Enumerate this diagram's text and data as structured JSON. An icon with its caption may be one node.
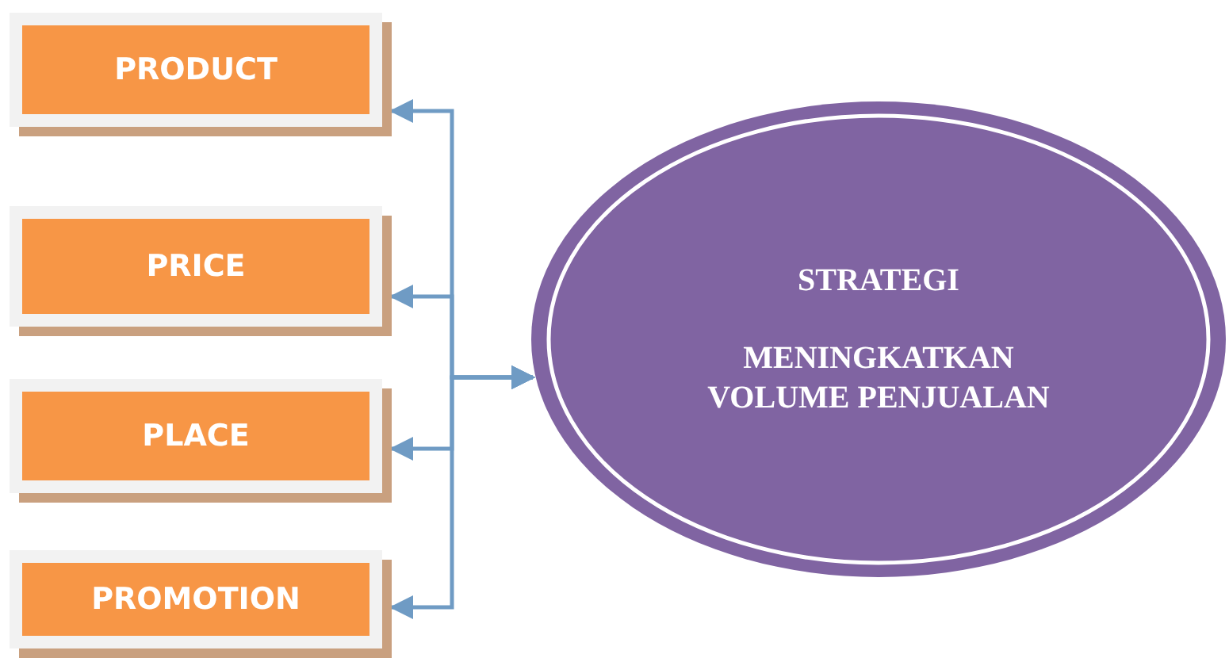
{
  "diagram": {
    "nodes": [
      {
        "text": [
          "PRODUCT"
        ]
      },
      {
        "text": [
          "PRICE"
        ]
      },
      {
        "text": [
          "PLACE"
        ]
      },
      {
        "text": [
          "PROMOTION"
        ]
      },
      {
        "text": [
          "STRATEGI",
          "MENINGKATKAN VOLUME PENJUALAN"
        ]
      }
    ],
    "edges": [
      {
        "from": 4,
        "to": 0,
        "arrow": "both"
      },
      {
        "from": 4,
        "to": 1,
        "arrow": "both"
      },
      {
        "from": 4,
        "to": 2,
        "arrow": "both"
      },
      {
        "from": 4,
        "to": 3,
        "arrow": "both"
      }
    ]
  }
}
